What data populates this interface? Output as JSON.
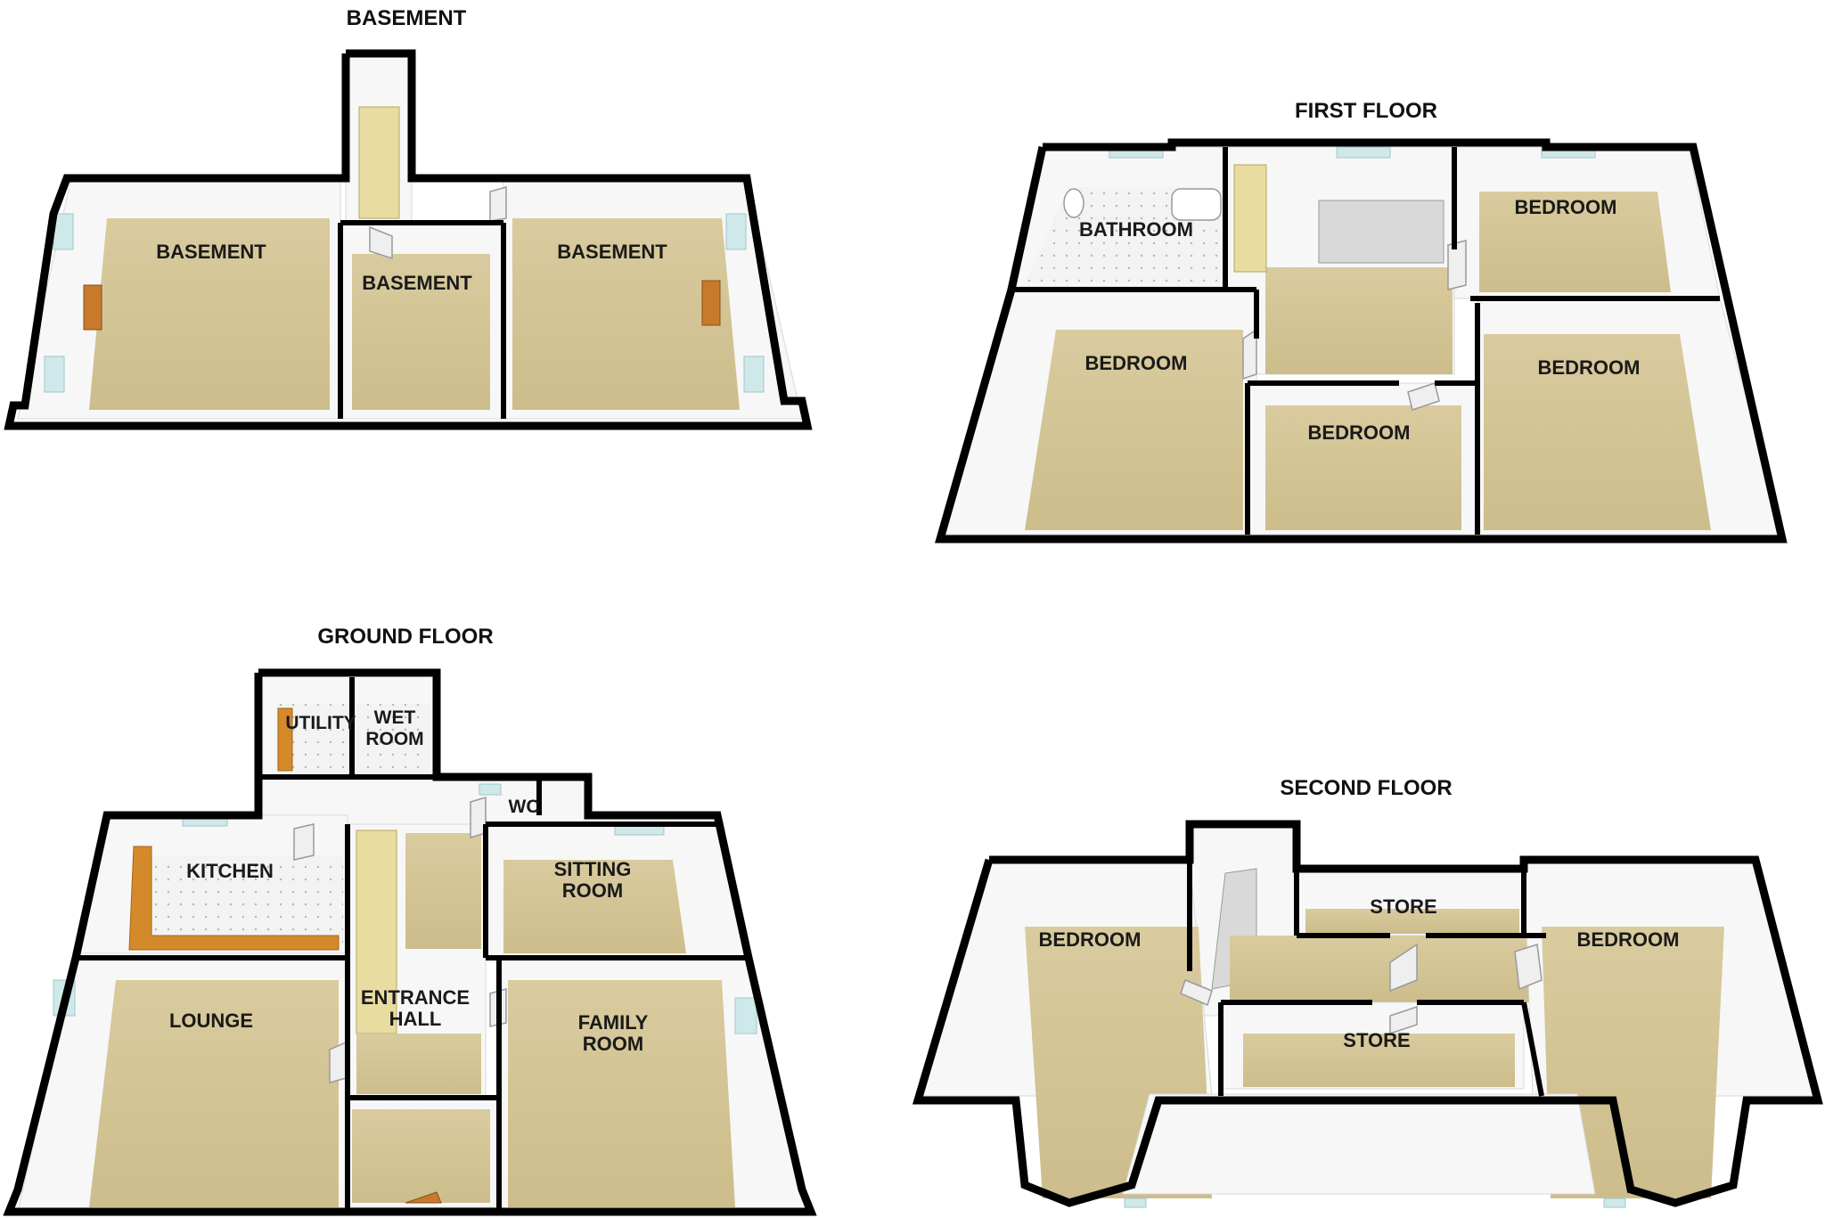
{
  "floors": {
    "basement": {
      "title": "BASEMENT",
      "rooms": [
        "BASEMENT",
        "BASEMENT",
        "BASEMENT"
      ]
    },
    "first": {
      "title": "FIRST FLOOR",
      "rooms": [
        "BATHROOM",
        "BEDROOM",
        "BEDROOM",
        "BEDROOM",
        "BEDROOM"
      ]
    },
    "ground": {
      "title": "GROUND FLOOR",
      "rooms": [
        "UTILITY",
        "WET",
        "ROOM",
        "WC",
        "KITCHEN",
        "SITTING",
        "ROOM",
        "ENTRANCE",
        "HALL",
        "LOUNGE",
        "FAMILY",
        "ROOM"
      ]
    },
    "second": {
      "title": "SECOND FLOOR",
      "rooms": [
        "BEDROOM",
        "STORE",
        "STORE",
        "BEDROOM"
      ]
    }
  },
  "colors": {
    "floor": "#d8c99a",
    "walls": "#000000",
    "window": "#cfe8ea",
    "stairs": "#e9dca0",
    "kitchen_counter": "#d48a2a"
  }
}
